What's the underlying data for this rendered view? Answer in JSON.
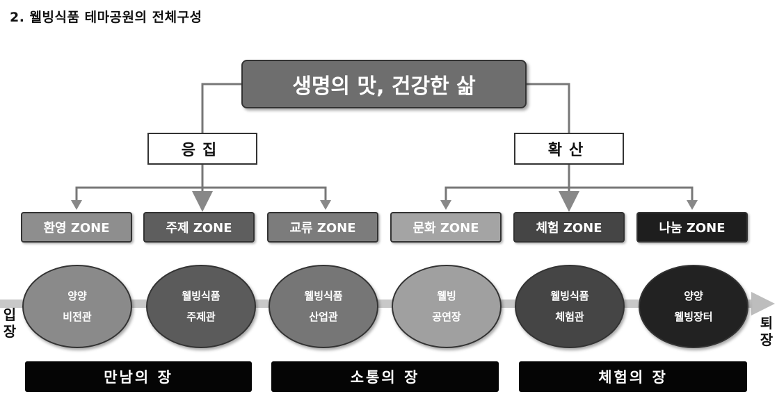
{
  "title": "2. 웰빙식품 테마공원의 전체구성",
  "top_concept": "생명의 맛, 건강한 삶",
  "branches": [
    "응집",
    "확산"
  ],
  "zones": [
    {
      "label": "환영 ZONE",
      "color": "#8e8e8e"
    },
    {
      "label": "주제 ZONE",
      "color": "#5e5e5e"
    },
    {
      "label": "교류 ZONE",
      "color": "#7c7c7c"
    },
    {
      "label": "문화 ZONE",
      "color": "#a4a4a4"
    },
    {
      "label": "체험 ZONE",
      "color": "#454545"
    },
    {
      "label": "나눔 ZONE",
      "color": "#1e1e1e"
    }
  ],
  "facilities": [
    {
      "line1": "양양",
      "line2": "비전관",
      "color": "#8a8a8a"
    },
    {
      "line1": "웰빙식품",
      "line2": "주제관",
      "color": "#5b5b5b"
    },
    {
      "line1": "웰빙식품",
      "line2": "산업관",
      "color": "#767676"
    },
    {
      "line1": "웰빙",
      "line2": "공연장",
      "color": "#a0a0a0"
    },
    {
      "line1": "웰빙식품",
      "line2": "체험관",
      "color": "#454545"
    },
    {
      "line1": "양양",
      "line2": "웰빙장터",
      "color": "#222222"
    }
  ],
  "places": [
    "만남의 장",
    "소통의 장",
    "체험의 장"
  ],
  "entrance": "입장",
  "exit": "퇴장"
}
